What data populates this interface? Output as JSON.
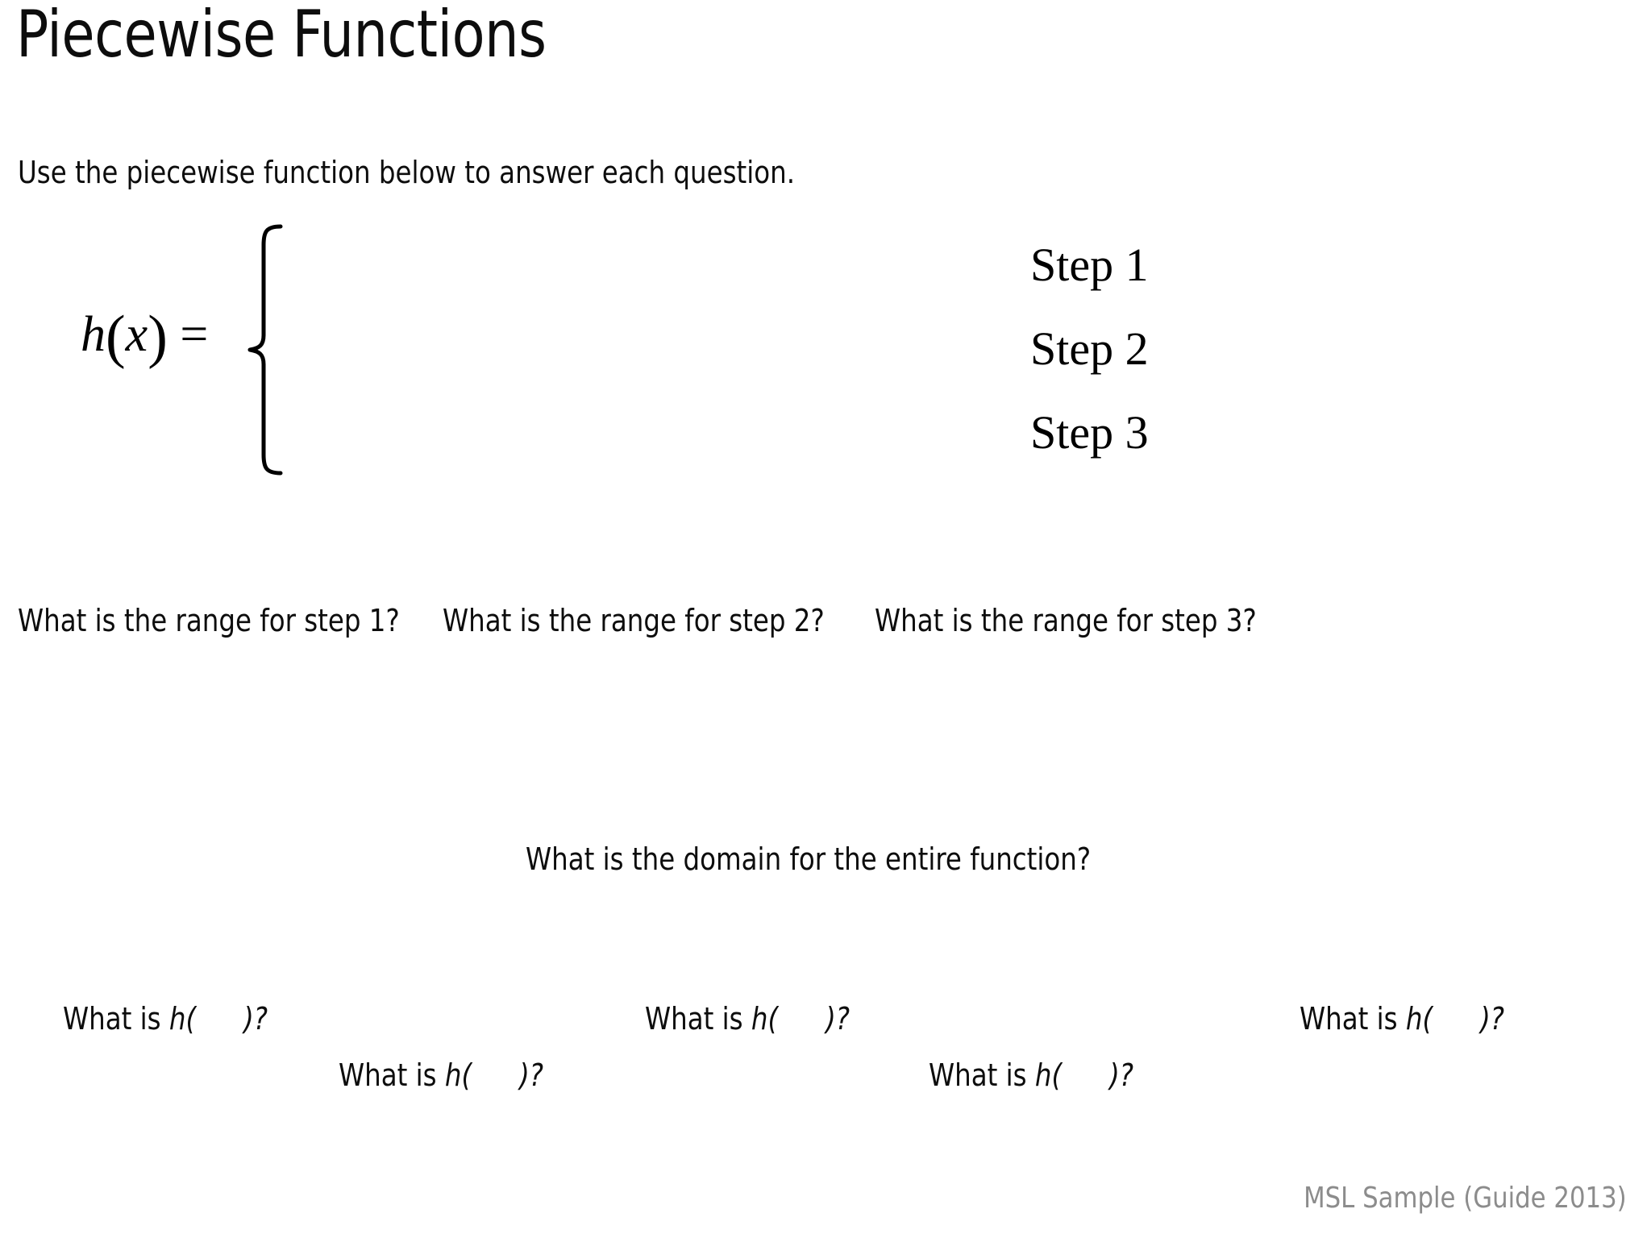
{
  "slide": {
    "title": "Piecewise Functions",
    "subtitle": "Use the piecewise function below to answer each question.",
    "background_color": "#ffffff",
    "text_color": "#0d0d0d",
    "footer_color": "#8c8c8c"
  },
  "equation": {
    "lhs_h": "h",
    "lhs_open_paren": "(",
    "lhs_variable": "x",
    "lhs_close_paren": ")",
    "lhs_equals": "=",
    "brace": "left-curly-brace",
    "pieces_blank": true
  },
  "steps": [
    {
      "label": "Step 1"
    },
    {
      "label": "Step 2"
    },
    {
      "label": "Step 3"
    }
  ],
  "range_questions": [
    {
      "text": "What is the range for step 1?"
    },
    {
      "text": "What is the range for step 2?"
    },
    {
      "text": "What is the range for step 3?"
    }
  ],
  "domain_question": {
    "text": "What is the domain for the entire function?"
  },
  "h_questions": [
    {
      "prefix": "What is ",
      "func_open": "h(",
      "value": "",
      "func_close": ")?"
    },
    {
      "prefix": "What is ",
      "func_open": "h(",
      "value": "",
      "func_close": ")?"
    },
    {
      "prefix": "What is ",
      "func_open": "h(",
      "value": "",
      "func_close": ")?"
    },
    {
      "prefix": "What is ",
      "func_open": "h(",
      "value": "",
      "func_close": ")?"
    },
    {
      "prefix": "What is ",
      "func_open": "h(",
      "value": "",
      "func_close": ")?"
    }
  ],
  "footer": {
    "text": "MSL Sample (Guide 2013)"
  }
}
